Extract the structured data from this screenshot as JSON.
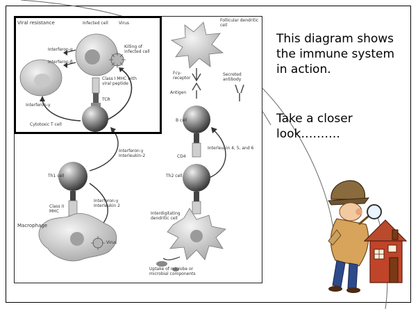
{
  "caption": {
    "main": "This diagram shows the immune system in action.",
    "sub": "Take a closer look………."
  },
  "labels": {
    "viral_resistance": "Viral resistance",
    "infected_cell": "Infected cell",
    "virus_top": "Virus",
    "interferon_alpha": "Interferon-α",
    "interferon_beta": "Interferon-β",
    "killing": "Killing of infected cell",
    "class1": "Class I MHC with viral peptide",
    "tcr": "TCR",
    "interferon_gamma_left": "Interferon-γ",
    "cytotoxic": "Cytotoxic T cell",
    "follicular": "Follicular dendritic cell",
    "fc_receptor": "Fcγ-receptor",
    "secreted_antibody": "Secreted antibody",
    "antigen": "Antigen",
    "b_cell": "B cell",
    "interferon_gamma_il2_top": "Interferon-γ Interleukin-2",
    "interleukins": "Interleukin 4, 5, and 6",
    "cd4": "CD4",
    "th1": "Th1 cell",
    "th2": "Th2 cell",
    "interferon_gamma_il2_bottom": "Interferon-γ Interleukin 2",
    "class2": "Class II MHC",
    "interdigitating": "Interdigitating dendritic cell",
    "macrophage": "Macrophage",
    "virus_bottom": "Virus",
    "uptake": "Uptake of microbe or microbial components"
  }
}
